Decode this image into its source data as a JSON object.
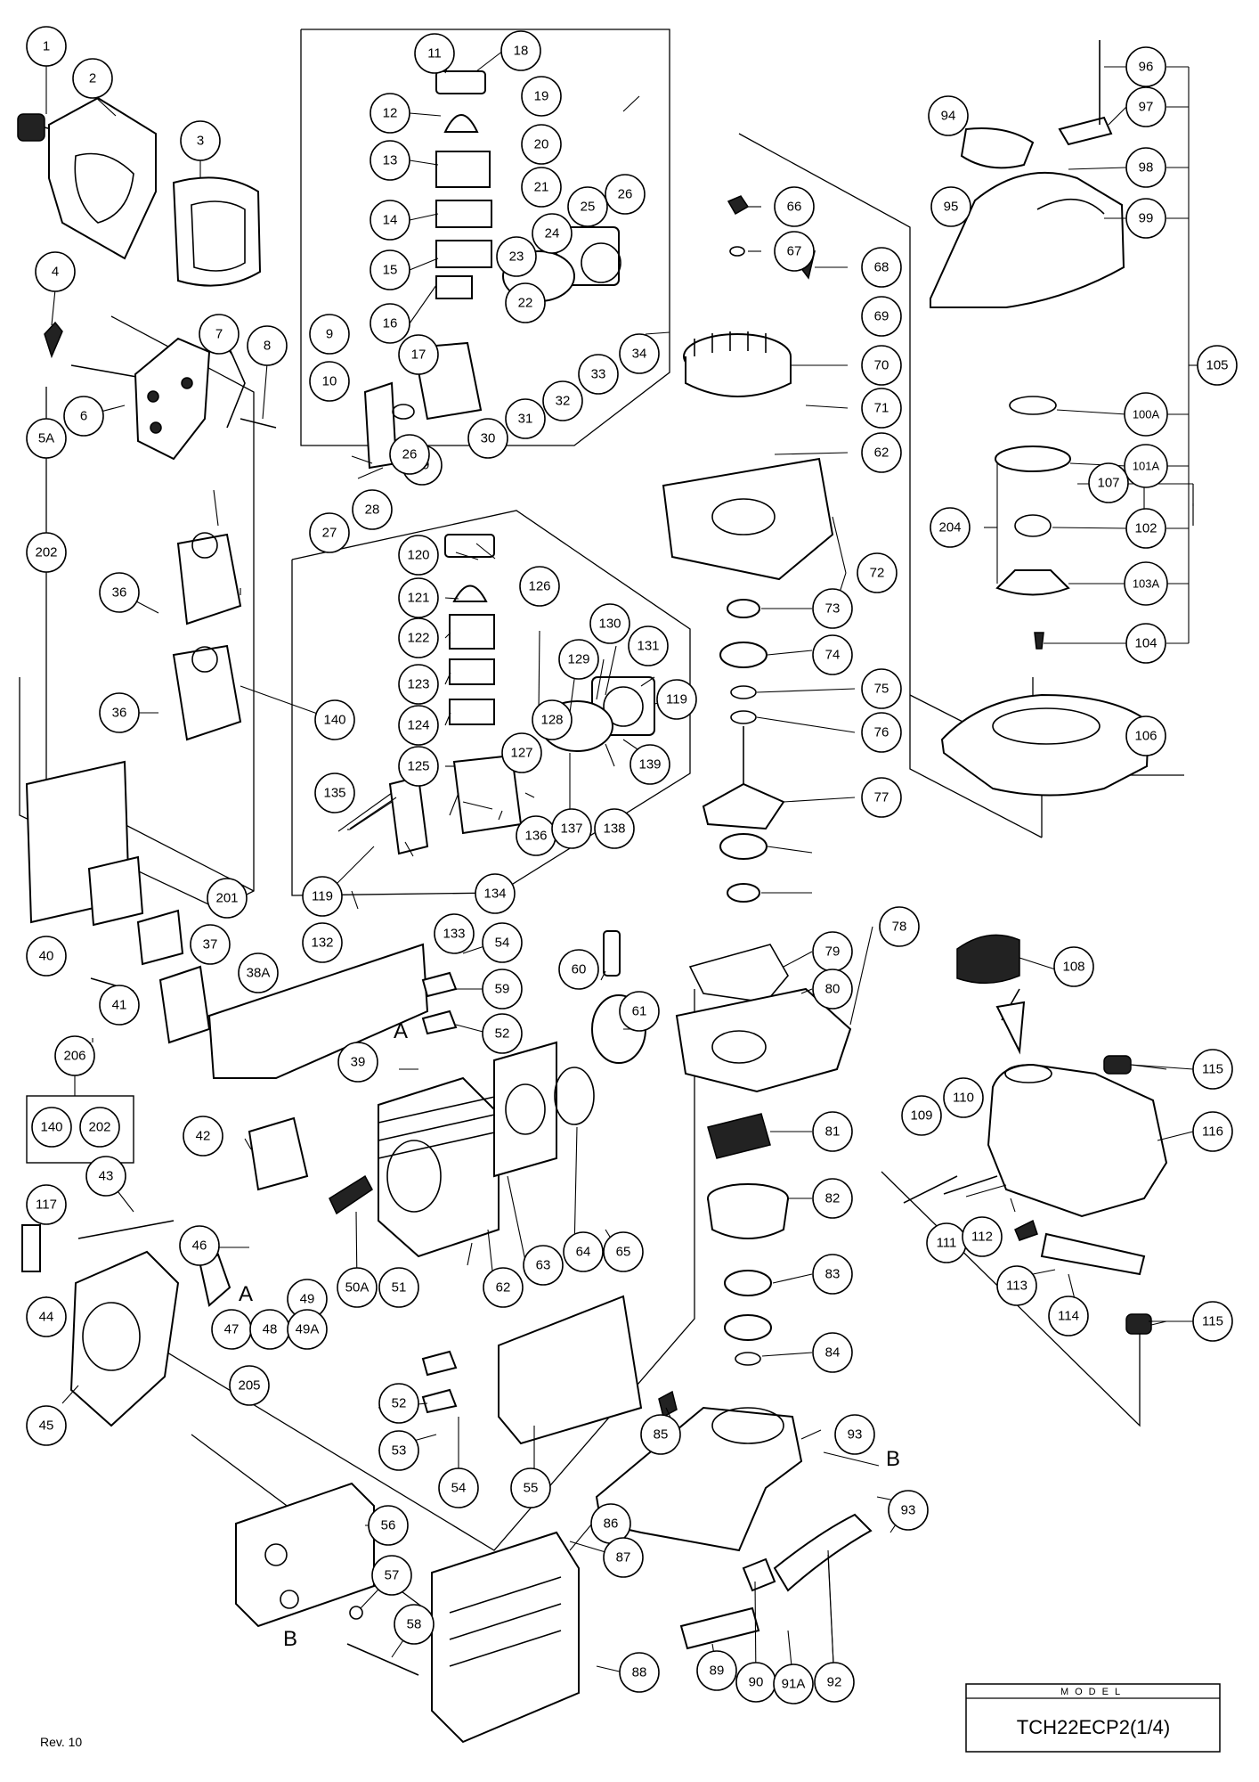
{
  "revision": "Rev. 10",
  "model_box": {
    "label": "MODEL",
    "value": "TCH22ECP2(1/4)"
  },
  "marker_letters": {
    "A": "A",
    "B": "B"
  },
  "callouts": [
    "1",
    "2",
    "3",
    "4",
    "5A",
    "6",
    "7",
    "8",
    "9",
    "10",
    "11",
    "12",
    "13",
    "14",
    "15",
    "16",
    "17",
    "18",
    "19",
    "20",
    "21",
    "22",
    "23",
    "24",
    "25",
    "26",
    "27",
    "28",
    "29",
    "30",
    "31",
    "32",
    "33",
    "34",
    "36",
    "37",
    "38A",
    "39",
    "40",
    "41",
    "42",
    "43",
    "44",
    "45",
    "46",
    "47",
    "48",
    "49",
    "49A",
    "50A",
    "51",
    "52",
    "53",
    "54",
    "55",
    "56",
    "57",
    "58",
    "59",
    "60",
    "61",
    "62",
    "63",
    "64",
    "65",
    "66",
    "67",
    "68",
    "69",
    "70",
    "71",
    "72",
    "73",
    "74",
    "75",
    "76",
    "77",
    "78",
    "79",
    "80",
    "81",
    "82",
    "83",
    "84",
    "85",
    "86",
    "87",
    "88",
    "89",
    "90",
    "91A",
    "92",
    "93",
    "94",
    "95",
    "96",
    "97",
    "98",
    "99",
    "100A",
    "101A",
    "102",
    "103A",
    "104",
    "105",
    "106",
    "107",
    "108",
    "109",
    "110",
    "111",
    "112",
    "113",
    "114",
    "115",
    "116",
    "117",
    "119",
    "120",
    "121",
    "122",
    "123",
    "124",
    "125",
    "126",
    "127",
    "128",
    "129",
    "130",
    "131",
    "132",
    "133",
    "134",
    "135",
    "136",
    "137",
    "138",
    "139",
    "140",
    "201",
    "202",
    "204",
    "205",
    "206"
  ],
  "set_box": {
    "items": [
      "140",
      "202"
    ]
  }
}
